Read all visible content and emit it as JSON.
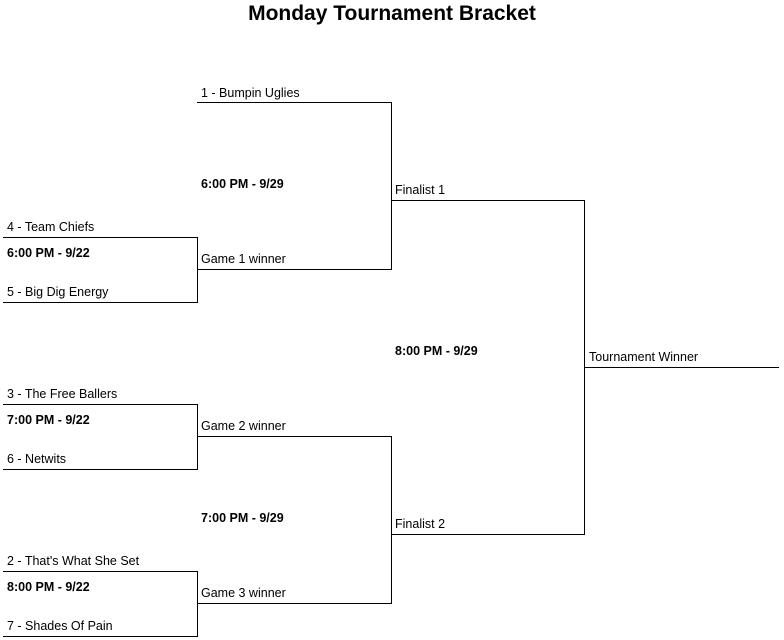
{
  "title": "Monday Tournament Bracket",
  "round1": {
    "game1": {
      "top_team": "4 - Team Chiefs",
      "time": "6:00 PM - 9/22",
      "bottom_team": "5 - Big Dig Energy"
    },
    "game2": {
      "top_team": "3 - The Free Ballers",
      "time": "7:00 PM - 9/22",
      "bottom_team": "6 - Netwits"
    },
    "game3": {
      "top_team": "2 - That's What She Set",
      "time": "8:00 PM - 9/22",
      "bottom_team": "7 - Shades Of Pain"
    }
  },
  "round2": {
    "semifinal1": {
      "top_team": "1 - Bumpin Uglies",
      "time": "6:00 PM - 9/29",
      "bottom_team": "Game 1 winner"
    },
    "semifinal2": {
      "top_team": "Game 2 winner",
      "time": "7:00 PM - 9/29",
      "bottom_team": "Game 3 winner"
    }
  },
  "final": {
    "top_team": "Finalist 1",
    "time": "8:00 PM - 9/29",
    "bottom_team": "Finalist 2"
  },
  "champion": {
    "label": "Tournament Winner"
  }
}
